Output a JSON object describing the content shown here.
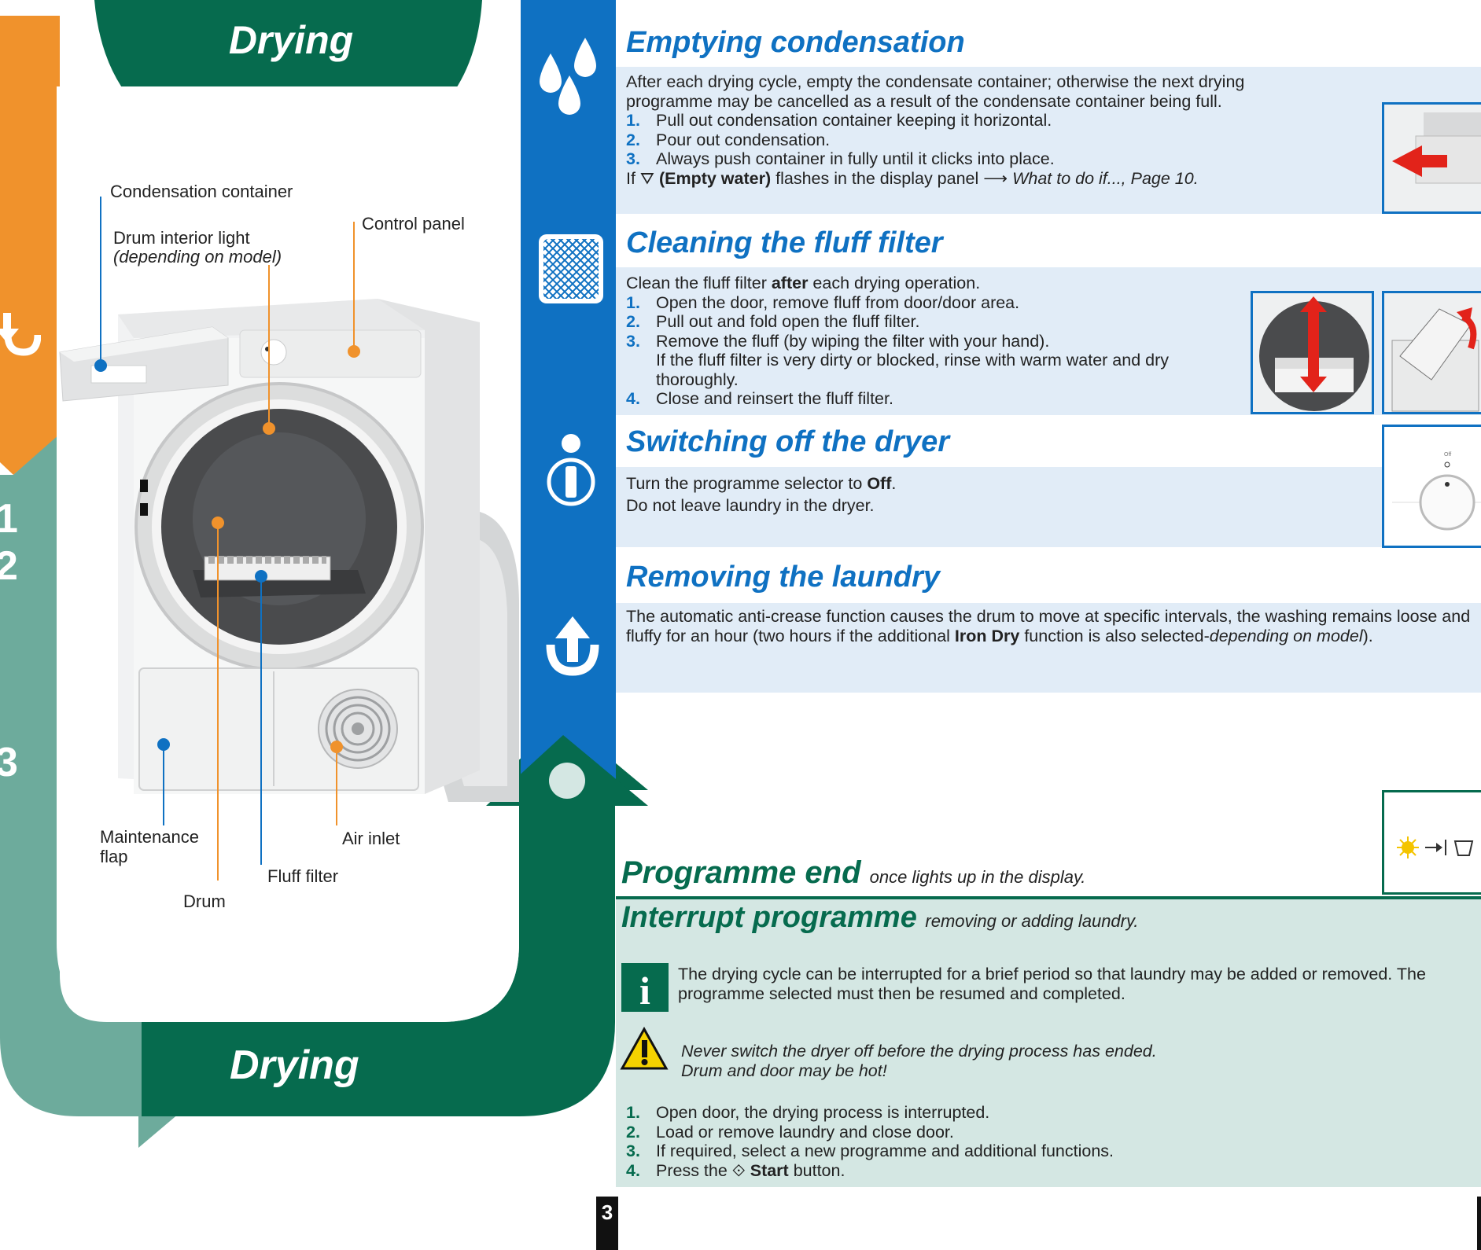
{
  "colors": {
    "blue": "#0f71c2",
    "green": "#066b4e",
    "orange": "#f0922c",
    "teal": "#6dab9c",
    "band": "#e1ecf7",
    "green_band": "#d4e7e3"
  },
  "header": {
    "title": "Drying"
  },
  "footer": {
    "title": "Drying",
    "page_number": "3"
  },
  "left_edge_numbers": [
    "1",
    "2",
    "3"
  ],
  "icons": {
    "water_drops": "water-drops-icon",
    "filter": "fluff-filter-icon",
    "info": "info-circle-icon",
    "unload": "unload-arrow-icon",
    "load": "load-arrow-icon",
    "caution": "warning-triangle-icon"
  },
  "diagram_labels": {
    "condensation_container": "Condensation container",
    "drum_light": "Drum interior light",
    "drum_light_note": "(depending on model)",
    "control_panel": "Control panel",
    "maintenance_flap": "Maintenance flap",
    "air_inlet": "Air inlet",
    "fluff_filter": "Fluff filter",
    "drum": "Drum"
  },
  "sections": {
    "condensation": {
      "title": "Emptying condensation",
      "intro": "After each drying cycle, empty the condensate container; otherwise the next drying programme may be cancelled as a result of the condensate container being full.",
      "steps": [
        "Pull out condensation container keeping it horizontal.",
        "Pour out condensation.",
        "Always push container in fully until it clicks into place."
      ],
      "note_prefix": "If ",
      "note_symbol": "⛛",
      "note_bold": "(Empty water)",
      "note_mid": " flashes in the display panel ⟶ ",
      "note_ref": "What to do if..., Page 10."
    },
    "fluff": {
      "title": "Cleaning the fluff filter",
      "intro_pre": "Clean the fluff filter ",
      "intro_bold": "after",
      "intro_post": " each drying operation.",
      "steps": [
        "Open the door, remove fluff from door/door area.",
        "Pull out and fold open the fluff filter.",
        "Remove the fluff (by wiping the filter with your hand).",
        "Close and reinsert the fluff filter."
      ],
      "step3_extra": "If the fluff filter is very dirty or blocked, rinse with warm water and dry thoroughly."
    },
    "switch_off": {
      "title": "Switching off the dryer",
      "line1_pre": "Turn the programme selector to ",
      "line1_bold": "Off",
      "line1_post": ".",
      "line2": "Do not leave laundry in the dryer.",
      "dial_label": "Off"
    },
    "removing": {
      "title": "Removing the laundry",
      "text_pre": "The automatic anti-crease function causes the drum to move at specific intervals, the washing remains loose and fluffy for an hour (two hours if the additional ",
      "text_bold": "Iron Dry",
      "text_mid": " function is also selected-",
      "text_italic": "depending on model",
      "text_post": ")."
    },
    "programme_end": {
      "title": "Programme end",
      "subtitle": "once lights up in the display."
    },
    "interrupt": {
      "title": "Interrupt programme",
      "subtitle": "removing or adding laundry.",
      "info_text": "The drying cycle can be interrupted for a brief period so that laundry may be added or removed. The programme selected must then be resumed and completed.",
      "warning_line1": "Never switch the dryer off before the drying process has ended.",
      "warning_line2": "Drum and door may be hot!",
      "steps": [
        "Open door, the drying process is interrupted.",
        "Load or remove laundry and close door.",
        "If required, select a new programme and additional functions."
      ],
      "step4_pre": "Press the ",
      "step4_symbol": "⟐",
      "step4_bold": " Start",
      "step4_post": " button."
    }
  }
}
